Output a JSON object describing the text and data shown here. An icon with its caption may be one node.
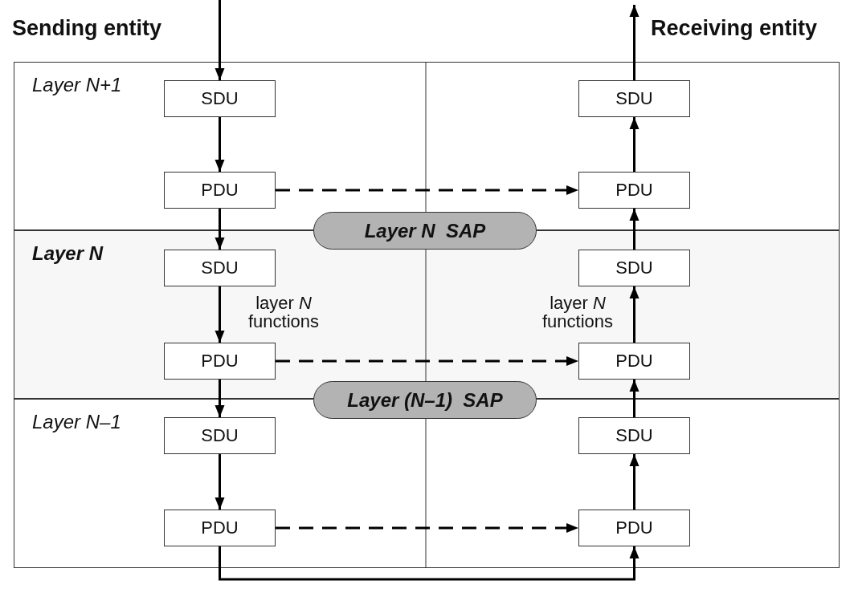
{
  "diagram": {
    "nodes": [
      {
        "text": [
          "Layer N+1"
        ]
      },
      {
        "text": [
          "SDU"
        ],
        "in": 0
      },
      {
        "text": [
          "PDU"
        ],
        "in": 0
      },
      {
        "text": [
          "SDU"
        ],
        "in": 0
      },
      {
        "text": [
          "PDU"
        ],
        "in": 0
      },
      {
        "text": [
          "Layer N"
        ]
      },
      {
        "text": [
          "SDU"
        ],
        "in": 5
      },
      {
        "text": [
          "PDU"
        ],
        "in": 5
      },
      {
        "text": [
          "SDU"
        ],
        "in": 5
      },
      {
        "text": [
          "PDU"
        ],
        "in": 5
      },
      {
        "text": [
          "Layer N–1"
        ]
      },
      {
        "text": [
          "SDU"
        ],
        "in": 10
      },
      {
        "text": [
          "PDU"
        ],
        "in": 10
      },
      {
        "text": [
          "SDU"
        ],
        "in": 10
      },
      {
        "text": [
          "PDU"
        ],
        "in": 10
      },
      {
        "text": [
          "Layer N  SAP"
        ]
      },
      {
        "text": [
          "Layer (N–1)  SAP"
        ]
      }
    ],
    "edges": [
      {
        "from": null,
        "to": 1,
        "arrow": "to"
      },
      {
        "from": 1,
        "to": 2,
        "arrow": "to"
      },
      {
        "from": 2,
        "to": 4,
        "arrow": "to",
        "style": "dashed"
      },
      {
        "from": 2,
        "to": 6,
        "arrow": "to"
      },
      {
        "from": 6,
        "to": 7,
        "arrow": "to"
      },
      {
        "from": 7,
        "to": 9,
        "arrow": "to",
        "style": "dashed"
      },
      {
        "from": 7,
        "to": 11,
        "arrow": "to"
      },
      {
        "from": 11,
        "to": 12,
        "arrow": "to"
      },
      {
        "from": 12,
        "to": 14,
        "arrow": "to",
        "style": "dashed"
      },
      {
        "from": 12,
        "to": 14,
        "arrow": "to"
      },
      {
        "from": 14,
        "to": 13,
        "arrow": "to"
      },
      {
        "from": 13,
        "to": 9,
        "arrow": "to"
      },
      {
        "from": 9,
        "to": 8,
        "arrow": "to"
      },
      {
        "from": 8,
        "to": 4,
        "arrow": "to"
      },
      {
        "from": 4,
        "to": 3,
        "arrow": "to"
      },
      {
        "from": 3,
        "to": null,
        "arrow": "to"
      }
    ],
    "labels": [
      "Sending entity",
      "Receiving entity",
      "layer *N* functions",
      "layer *N* functions"
    ]
  }
}
